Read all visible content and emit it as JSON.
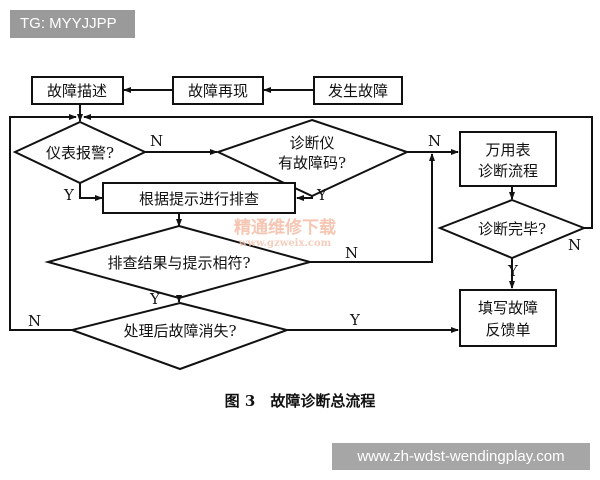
{
  "overlay": {
    "tag": "TG: MYYJJPP",
    "url": "www.zh-wdst-wendingplay.com"
  },
  "diagram": {
    "nodes": {
      "fault_occurs": "发生故障",
      "fault_reproduce": "故障再现",
      "fault_describe": "故障描述",
      "meter_alarm": "仪表报警?",
      "scanner_line1": "诊断仪",
      "scanner_line2": "有故障码?",
      "multimeter_line1": "万用表",
      "multimeter_line2": "诊断流程",
      "check_by_hint": "根据提示进行排查",
      "result_match": "排查结果与提示相符?",
      "diag_done": "诊断完毕?",
      "fault_gone": "处理后故障消失?",
      "feedback_line1": "填写故障",
      "feedback_line2": "反馈单"
    },
    "labels": {
      "yes": "Y",
      "no": "N"
    },
    "caption": "图 3　故障诊断总流程",
    "watermark": {
      "cn": "精通维修下载",
      "site": "www.gzweix.com"
    }
  }
}
